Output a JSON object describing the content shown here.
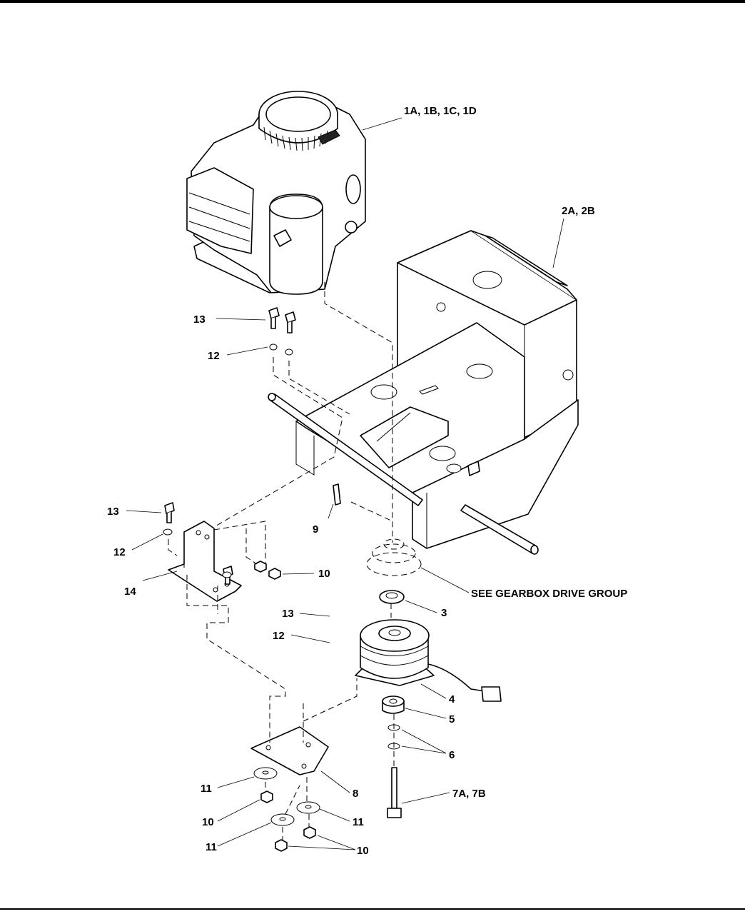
{
  "callouts": {
    "engine": "1A, 1B, 1C, 1D",
    "frame": "2A, 2B",
    "bolt_a": "13",
    "lockwasher_a": "12",
    "bolt_b": "13",
    "lockwasher_b": "12",
    "bolt_c": "13",
    "lockwasher_c": "12",
    "key": "9",
    "nut_bracket": "10",
    "bracket": "14",
    "gearbox_ref": "SEE GEARBOX DRIVE GROUP",
    "spacer": "3",
    "clutch": "4",
    "bushing": "5",
    "washers": "6",
    "clutch_bolt": "7A, 7B",
    "plate": "8",
    "washer_left": "11",
    "nut_left": "10",
    "washer_right": "11",
    "washer_bottom": "11",
    "nut_bottom": "10"
  }
}
